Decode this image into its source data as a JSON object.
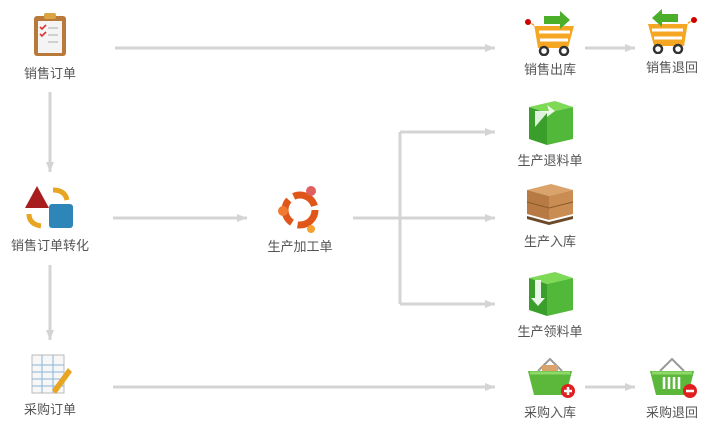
{
  "nodes": {
    "sales_order": "销售订单",
    "sales_order_convert": "销售订单转化",
    "purchase_order": "采购订单",
    "production_order": "生产加工单",
    "sales_outbound": "销售出库",
    "sales_return": "销售退回",
    "production_material_return": "生产退料单",
    "production_inbound": "生产入库",
    "production_material_requisition": "生产领料单",
    "purchase_inbound": "采购入库",
    "purchase_return": "采购退回"
  },
  "colors": {
    "arrow": "#d4d4d4",
    "label": "#555555"
  }
}
